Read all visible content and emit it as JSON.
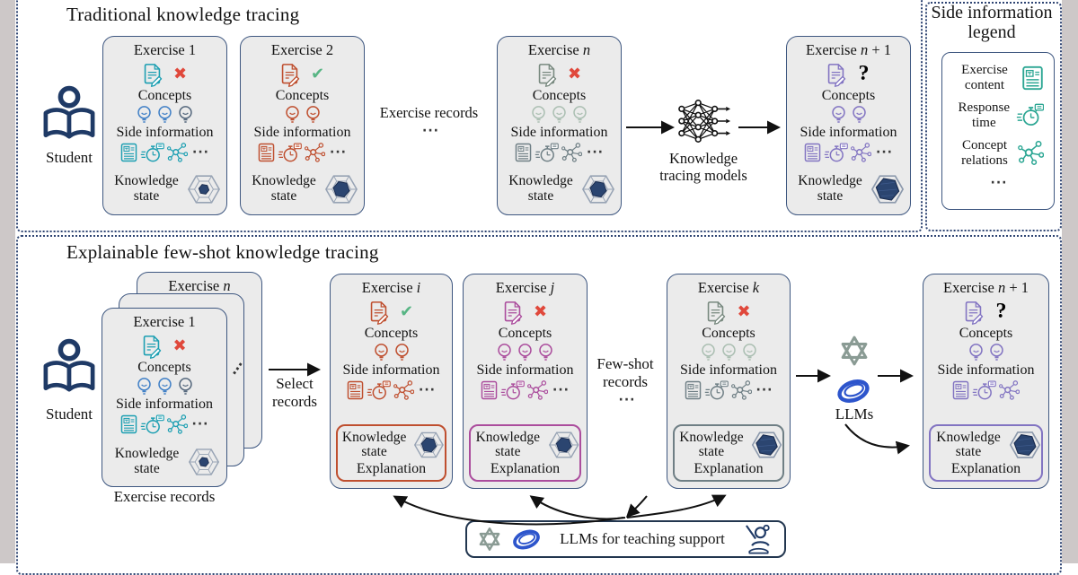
{
  "labels": {
    "concepts": "Concepts",
    "side_information": "Side information",
    "knowledge_state": "Knowledge state",
    "explanation": "Explanation",
    "student": "Student",
    "dots": "···"
  },
  "top": {
    "title": "Traditional knowledge tracing",
    "records_label": "Exercise records",
    "model_label": "Knowledge tracing models",
    "cards": {
      "e1": {
        "pre": "Exercise ",
        "var": "",
        "post": "1",
        "mark": "✖"
      },
      "e2": {
        "pre": "Exercise ",
        "var": "",
        "post": "2",
        "mark": "✔"
      },
      "en": {
        "pre": "Exercise ",
        "var": "n",
        "post": "",
        "mark": "✖"
      },
      "en1": {
        "pre": "Exercise ",
        "var": "n",
        "post": " + 1",
        "mark": "?"
      }
    }
  },
  "legend": {
    "title1": "Side information",
    "title2": "legend",
    "items": {
      "content": "Exercise content",
      "time": "Response time",
      "relations": "Concept relations"
    },
    "dots": "···"
  },
  "bottom": {
    "title": "Explainable few-shot knowledge tracing",
    "stack_back": {
      "pre": "Exercise ",
      "var": "n"
    },
    "records_label": "Exercise records",
    "select_label": "Select records",
    "fewshot_label": "Few-shot records",
    "llms_label": "LLMs",
    "support_label": "LLMs for teaching support",
    "cards": {
      "e1": {
        "pre": "Exercise ",
        "var": "",
        "post": "1",
        "mark": "✖"
      },
      "ei": {
        "pre": "Exercise ",
        "var": "i",
        "post": "",
        "mark": "✔"
      },
      "ej": {
        "pre": "Exercise ",
        "var": "j",
        "post": "",
        "mark": "✖"
      },
      "ek": {
        "pre": "Exercise ",
        "var": "k",
        "post": "",
        "mark": "✖"
      },
      "en1": {
        "pre": "Exercise ",
        "var": "n",
        "post": " + 1",
        "mark": "?"
      }
    }
  },
  "colors": {
    "card_border": "#3E5780",
    "card_bg": "#EBEBEB",
    "teal": "#1C9FB2",
    "orange": "#BF4F2F",
    "magenta": "#AB4D9D",
    "purple": "#8274C2",
    "gray": "#6F7F85",
    "sage": "#ABBFB2",
    "legend_teal": "#2BA693",
    "wrong_red": "#E0483B",
    "correct_green": "#57B584",
    "navy": "#1F3A66",
    "llm_blue": "#2D55CC",
    "openai_gray": "#8A9B94"
  }
}
